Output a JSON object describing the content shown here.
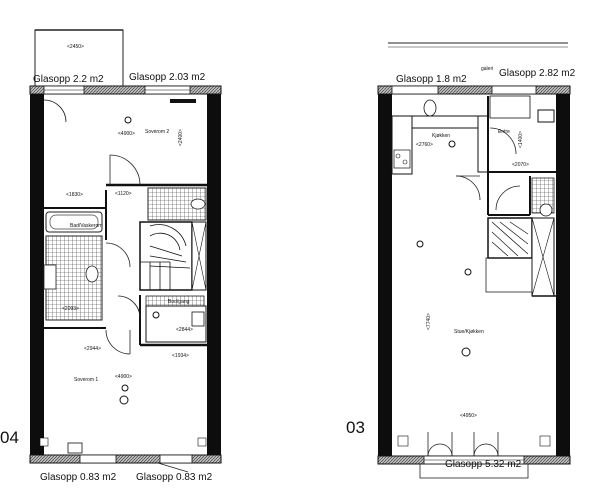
{
  "floor_04": {
    "number": "04",
    "glass": {
      "balcony_left": "Glasopp 2.2 m2",
      "top_right": "Glasopp 2.03 m2",
      "bottom_left": "Glasopp 0.83 m2",
      "bottom_right": "Glasopp 0.83 m2"
    },
    "dimensions": {
      "balcony": "<2450>",
      "bedroom2_height": "<2400>",
      "width_a": "<1830>",
      "hall_a": "<1120>",
      "closet": "<2844>",
      "bedroom1_a": "<4900>",
      "bedroom1_b": "<2944>",
      "stair": "<1934>",
      "bath": "<2093>"
    },
    "rooms": {
      "bedroom2": "Soverom 2",
      "bedroom1": "Soverom 1",
      "bath": "Bad/Vaskerom",
      "storage": "Bod/gang"
    }
  },
  "floor_03": {
    "number": "03",
    "balcony_label": "galeri",
    "glass": {
      "top_left": "Glasopp 1.8 m2",
      "top_right": "Glasopp 2.82 m2",
      "bottom": "Glasopp 5.32 m2"
    },
    "dimensions": {
      "kitchen": "<2760>",
      "entry": "<2070>",
      "living_height": "<7740>",
      "living_width": "<4950>",
      "bath_w": "<1400>"
    },
    "rooms": {
      "kitchen": "Kjøkken",
      "living": "Stue/Kjøkken",
      "entrance": "Entre"
    }
  }
}
